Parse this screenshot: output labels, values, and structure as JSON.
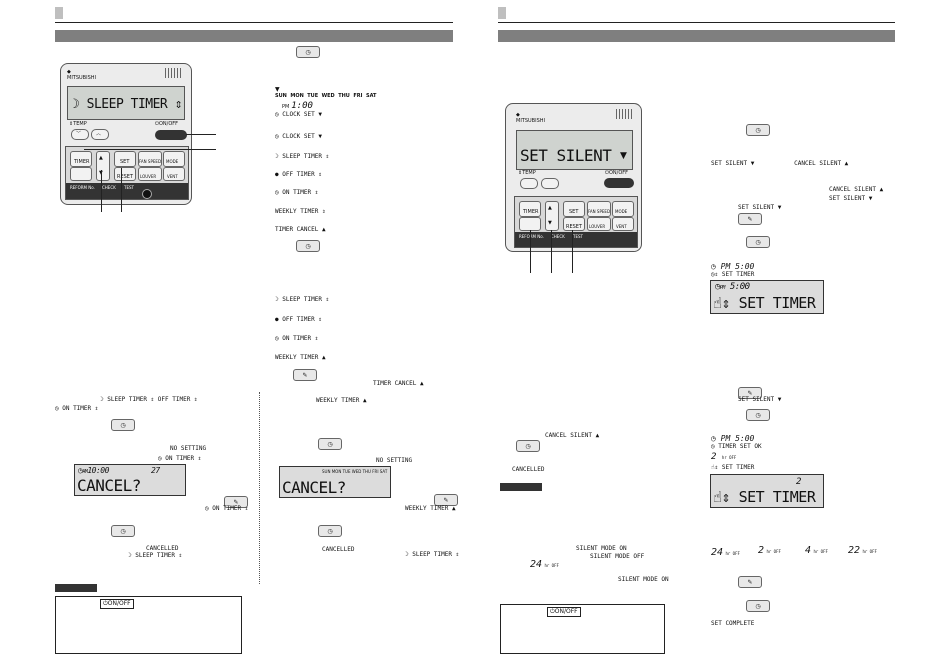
{
  "remote_left": {
    "lcd_text": "SLEEP TIMER",
    "temp_label": "TEMP",
    "onoff_label": "ON/OFF",
    "key_labels": [
      "TIMER",
      "SET",
      "FAN SPEED",
      "MODE",
      "RESET",
      "LOUVER",
      "VENT",
      "REFORM No.",
      "CHECK",
      "TEST"
    ]
  },
  "remote_right": {
    "lcd_text": "SET SILENT",
    "temp_label": "TEMP",
    "onoff_label": "ON/OFF",
    "key_labels": [
      "TIMER",
      "SET",
      "FAN SPEED",
      "MODE",
      "RESET",
      "LOUVER",
      "VENT",
      "REFORM No.",
      "CHECK",
      "TEST"
    ]
  },
  "left_page": {
    "days": [
      "SUN",
      "MON",
      "TUE",
      "WED",
      "THU",
      "FRI",
      "SAT"
    ],
    "clock": {
      "pm": "PM",
      "time": "1:00"
    },
    "menu1": [
      "CLOCK SET ▼",
      "CLOCK SET ▼",
      "SLEEP TIMER ⇕",
      "OFF TIMER ⇕",
      "ON TIMER ⇕",
      "WEEKLY TIMER ⇕",
      "TIMER CANCEL ▲"
    ],
    "menu2": [
      "SLEEP TIMER ⇕",
      "OFF TIMER ⇕",
      "ON TIMER ⇕",
      "WEEKLY TIMER ▲"
    ],
    "timer_cancel_ref": "TIMER CANCEL ▲",
    "weekly_timer_ref": "WEEKLY TIMER ▲",
    "col_a": {
      "line1": "SLEEP TIMER ⇕  OFF TIMER ⇕",
      "line2": "ON TIMER ⇕",
      "no_setting": "NO SETTING",
      "on_timer": "ON TIMER ⇕",
      "lcd_am": "AM",
      "lcd_time": "10:00",
      "lcd_temp": "27",
      "lcd_text": "CANCEL?",
      "on_timer_ref": "ON TIMER ⇕",
      "cancelled": "CANCELLED",
      "sleep_timer": "SLEEP TIMER ⇕"
    },
    "col_b": {
      "no_setting": "NO SETTING",
      "lcd_days": "SUN MON TUE WED THU FRI SAT",
      "lcd_text": "CANCEL?",
      "weekly_ref": "WEEKLY TIMER ▲",
      "cancelled": "CANCELLED",
      "sleep_timer": "SLEEP TIMER ⇕"
    },
    "onoff_box": "ON/OFF"
  },
  "right_page": {
    "set_silent_pair": [
      "SET SILENT ▼",
      "CANCEL SILENT ▲"
    ],
    "cancel_silent": "CANCEL SILENT ▲",
    "set_silent": "SET SILENT ▼",
    "set_silent2": "SET SILENT ▼",
    "pm_time": "PM 5:00",
    "set_timer_small": "SET TIMER",
    "lcd1": {
      "pm": "PM",
      "time": "5:00",
      "text": "SET TIMER"
    },
    "set_silent3": "SET SILENT ▼",
    "pm_time2": "PM 5:00",
    "timer_set_ok": "TIMER SET OK",
    "hr_off": "2",
    "hr_unit": "hr OFF",
    "set_timer_small2": "SET TIMER",
    "lcd2": {
      "text": "SET TIMER",
      "num": "2"
    },
    "hours": [
      "24",
      "2",
      "4",
      "22"
    ],
    "set_complete": "SET COMPLETE",
    "left_col": {
      "cancel_silent": "CANCEL SILENT ▲",
      "cancelled": "CANCELLED",
      "silent_mode_on": "SILENT MODE ON",
      "silent_mode_off": "SILENT MODE OFF",
      "hr24": "24",
      "silent_mode_on2": "SILENT MODE ON"
    },
    "onoff_box": "ON/OFF"
  }
}
